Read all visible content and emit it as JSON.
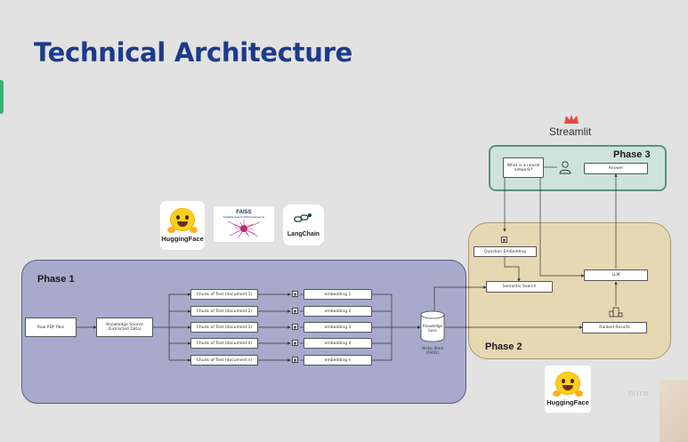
{
  "slide": {
    "title": "Technical Architecture"
  },
  "phases": {
    "p1": "Phase 1",
    "p2": "Phase 2",
    "p3": "Phase 3"
  },
  "logos": {
    "huggingface_top": "HuggingFace",
    "faiss_title": "FAISS",
    "faiss_subtitle": "Scalable Search With Facebook AI",
    "langchain": "LangChain",
    "streamlit": "Streamlit",
    "huggingface_bottom": "HuggingFace",
    "miro": "miro"
  },
  "phase1_boxes": {
    "raw_pdf": "Raw PDF files",
    "knowledge_source": "Knowledge Source (Extracted Data)",
    "chunks": [
      "Chunk of Text (document 1)",
      "Chunk of Text (document 2)",
      "Chunk of Text (document 3)",
      "Chunk of Text (document 4)",
      "Chunk of Text (document n)"
    ],
    "embeddings": [
      "embedding 1",
      "embedding 2",
      "embedding 3",
      "embedding 4",
      "embedding n"
    ],
    "knowledge_base": "Knowledge base",
    "vector_store": "Vector Store (FAISS)"
  },
  "phase2_boxes": {
    "question_embedding": "Question Embedding",
    "semantic_search": "Semantic Search",
    "llm": "LLM",
    "ranked_results": "Ranked Results"
  },
  "phase3_boxes": {
    "question": "What is a neural network?",
    "answer": "Answer"
  },
  "colors": {
    "title": "#1d3a8a",
    "phase1_fill": "#a7aacb",
    "phase2_fill": "#e7d8b4",
    "phase3_fill": "#cde3dc",
    "phase3_border": "#5b8f87",
    "background": "#e1e2e1"
  }
}
